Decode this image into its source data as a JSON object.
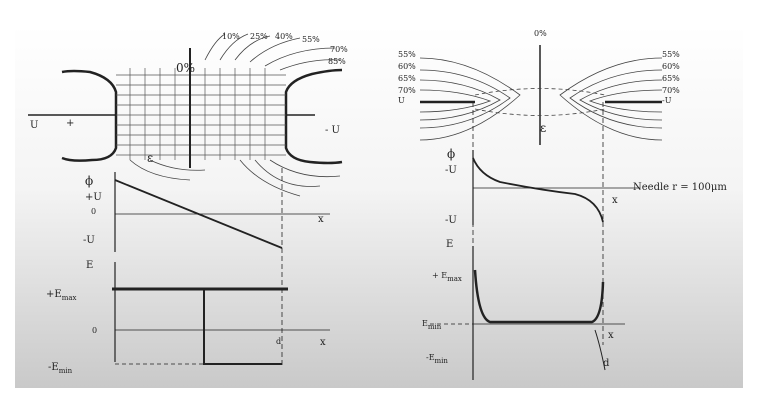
{
  "left": {
    "top_labels": {
      "center_pct": "0%",
      "contours": [
        "10%",
        "25%",
        "40%",
        "55%",
        "70%",
        "85%"
      ],
      "u_left": "U",
      "u_right": "- U",
      "plus": "+",
      "epsilon": "ε"
    },
    "phi_plot": {
      "phi": "ϕ",
      "plus_u": "+U",
      "zero": "0",
      "minus_u": "-U",
      "x": "x"
    },
    "e_plot": {
      "e": "E",
      "e_max_prefix": "+E",
      "e_max_sub": "max",
      "zero": "0",
      "e_min_prefix": "-E",
      "e_min_sub": "min",
      "d": "d",
      "x": "x"
    }
  },
  "right": {
    "top_labels": {
      "center_pct": "0%",
      "left_contours": [
        "55%",
        "60%",
        "65%",
        "70%"
      ],
      "right_contours": [
        "55%",
        "60%",
        "65%",
        "70%"
      ],
      "u_left": "U",
      "u_right": "-U",
      "epsilon": "ε"
    },
    "phi_plot": {
      "phi": "ϕ",
      "minus_u_top": "-U",
      "minus_u_bottom": "-U",
      "needle": "Needle r = 100μm",
      "x": "x"
    },
    "e_plot": {
      "e": "E",
      "e_max_prefix": "+ E",
      "e_max_sub": "max",
      "e_min_prefix": "E",
      "e_min_sub": "min",
      "e_min2_prefix": "-E",
      "e_min2_sub": "min",
      "x": "x",
      "d": "d"
    }
  }
}
